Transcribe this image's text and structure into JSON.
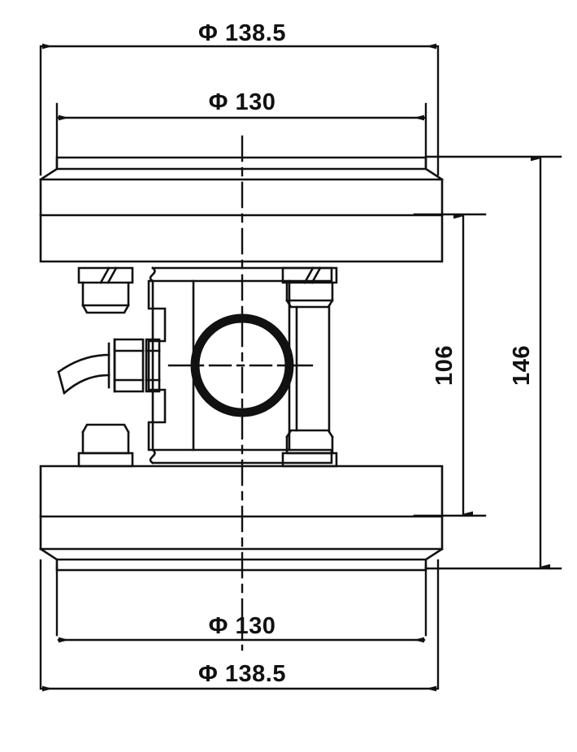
{
  "drawing": {
    "title": "Flanged sensor body dimensioned drawing",
    "line_color": "#111111",
    "background_color": "#ffffff",
    "units": "mm"
  },
  "dimensions": {
    "top_outer": {
      "label": "Φ 138.5",
      "value": 138.5,
      "orientation": "horizontal",
      "position": "top"
    },
    "top_inner": {
      "label": "Φ 130",
      "value": 130,
      "orientation": "horizontal",
      "position": "top"
    },
    "bottom_inner": {
      "label": "Φ 130",
      "value": 130,
      "orientation": "horizontal",
      "position": "bottom"
    },
    "bottom_outer": {
      "label": "Φ 138.5",
      "value": 138.5,
      "orientation": "horizontal",
      "position": "bottom"
    },
    "height_inner": {
      "label": "106",
      "value": 106,
      "orientation": "vertical",
      "position": "right"
    },
    "height_outer": {
      "label": "146",
      "value": 146,
      "orientation": "vertical",
      "position": "right"
    }
  },
  "parts": {
    "top_flange": "top-flange",
    "bottom_flange": "bottom-flange",
    "center_bore": "center-bore-circle",
    "cable_gland": "cable-gland",
    "cable": "cable",
    "left_upper_bolt": "left-upper-bolt",
    "left_lower_bolt": "left-lower-bolt",
    "right_upper_bolt": "right-upper-bolt",
    "right_lower_bolt": "right-lower-bolt",
    "right_column": "right-column",
    "center_axis": "center-axis-line",
    "horizontal_axis": "horizontal-axis-line"
  }
}
